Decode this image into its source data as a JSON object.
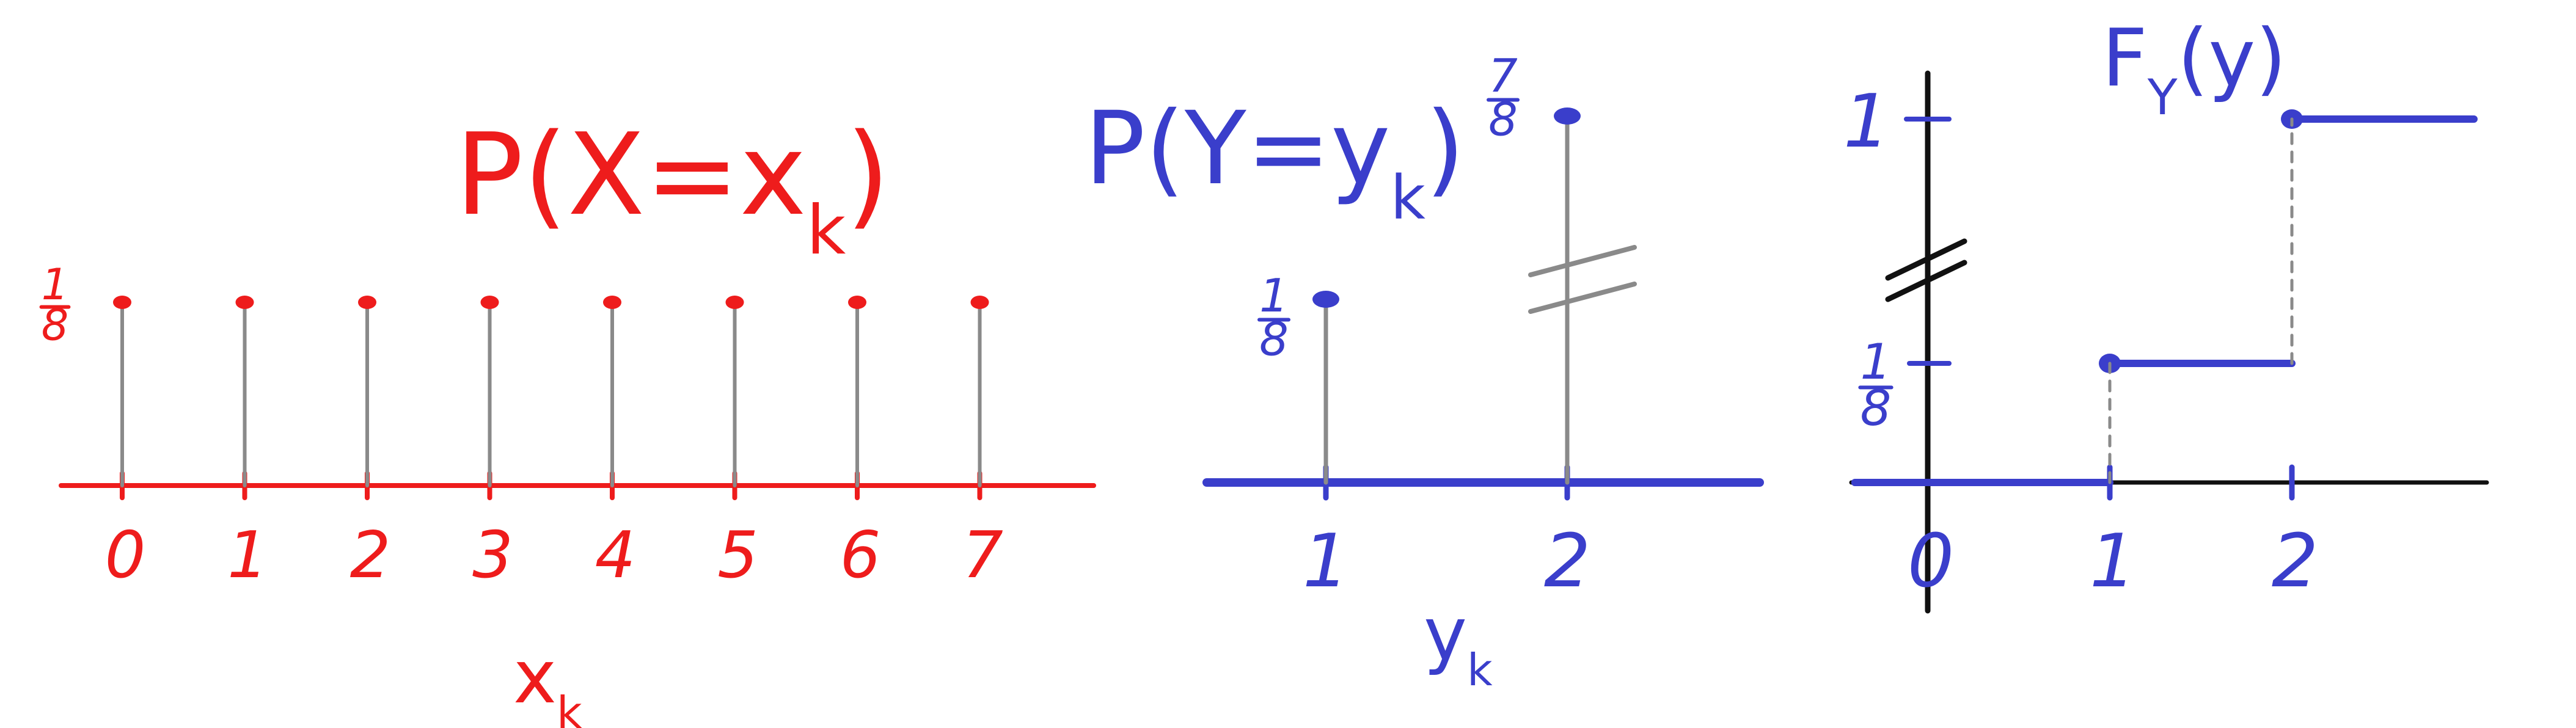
{
  "colors": {
    "red": "#ee1c1c",
    "blue": "#3a3ecb",
    "gray": "#8a8a8a",
    "black": "#111111"
  },
  "chart_data": [
    {
      "type": "stem",
      "title": "P(X=x_k)",
      "xlabel": "x_k",
      "ylabel_tick": "1/8",
      "x": [
        0,
        1,
        2,
        3,
        4,
        5,
        6,
        7
      ],
      "y": [
        0.125,
        0.125,
        0.125,
        0.125,
        0.125,
        0.125,
        0.125,
        0.125
      ],
      "color": "red"
    },
    {
      "type": "stem",
      "title": "P(Y=y_k)",
      "xlabel": "y_k",
      "x": [
        1,
        2
      ],
      "y": [
        0.125,
        0.875
      ],
      "value_labels": [
        "1/8",
        "7/8"
      ],
      "axis_break": true,
      "color": "blue"
    },
    {
      "type": "step",
      "title": "F_Y(y)",
      "x_ticks": [
        0,
        1,
        2
      ],
      "y_ticks": [
        "1/8",
        "1"
      ],
      "segments": [
        {
          "x0": -0.4,
          "x1": 1,
          "y": 0
        },
        {
          "x0": 1,
          "x1": 2,
          "y": 0.125
        },
        {
          "x0": 2,
          "x1": 3,
          "y": 1
        }
      ],
      "axis_break": true,
      "color": "blue"
    }
  ]
}
